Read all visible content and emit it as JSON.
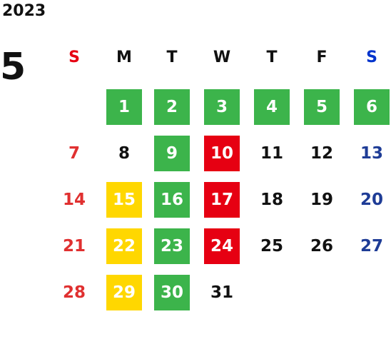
{
  "calendar": {
    "year": "2023",
    "month": "5",
    "weekdays": [
      {
        "label": "S",
        "color": "#e60012"
      },
      {
        "label": "M",
        "color": "#111111"
      },
      {
        "label": "T",
        "color": "#111111"
      },
      {
        "label": "W",
        "color": "#111111"
      },
      {
        "label": "T",
        "color": "#111111"
      },
      {
        "label": "F",
        "color": "#111111"
      },
      {
        "label": "S",
        "color": "#0033cc"
      }
    ],
    "start_col": 1,
    "days": [
      {
        "d": "1",
        "hl": "green"
      },
      {
        "d": "2",
        "hl": "green"
      },
      {
        "d": "3",
        "hl": "green"
      },
      {
        "d": "4",
        "hl": "green"
      },
      {
        "d": "5",
        "hl": "green"
      },
      {
        "d": "6",
        "hl": "green"
      },
      {
        "d": "7",
        "hl": ""
      },
      {
        "d": "8",
        "hl": ""
      },
      {
        "d": "9",
        "hl": "green"
      },
      {
        "d": "10",
        "hl": "red"
      },
      {
        "d": "11",
        "hl": ""
      },
      {
        "d": "12",
        "hl": ""
      },
      {
        "d": "13",
        "hl": ""
      },
      {
        "d": "14",
        "hl": ""
      },
      {
        "d": "15",
        "hl": "yellow"
      },
      {
        "d": "16",
        "hl": "green"
      },
      {
        "d": "17",
        "hl": "red"
      },
      {
        "d": "18",
        "hl": ""
      },
      {
        "d": "19",
        "hl": ""
      },
      {
        "d": "20",
        "hl": ""
      },
      {
        "d": "21",
        "hl": ""
      },
      {
        "d": "22",
        "hl": "yellow"
      },
      {
        "d": "23",
        "hl": "green"
      },
      {
        "d": "24",
        "hl": "red"
      },
      {
        "d": "25",
        "hl": ""
      },
      {
        "d": "26",
        "hl": ""
      },
      {
        "d": "27",
        "hl": ""
      },
      {
        "d": "28",
        "hl": ""
      },
      {
        "d": "29",
        "hl": "yellow"
      },
      {
        "d": "30",
        "hl": "green"
      },
      {
        "d": "31",
        "hl": ""
      }
    ]
  },
  "colors": {
    "green": "#3cb44b",
    "red": "#e60012",
    "yellow": "#ffd700",
    "sunday_text": "#e03030",
    "saturday_text": "#1e3c96",
    "weekday_text": "#111111",
    "highlight_text": "#ffffff"
  }
}
